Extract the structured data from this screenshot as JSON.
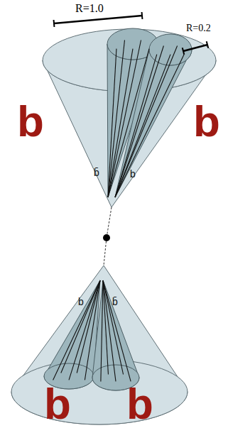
{
  "diagram": {
    "labels": [
      "R=1.0",
      "R=0.2",
      "b",
      "b",
      "b̄",
      "b",
      "b",
      "b̄",
      "b",
      "b"
    ]
  }
}
